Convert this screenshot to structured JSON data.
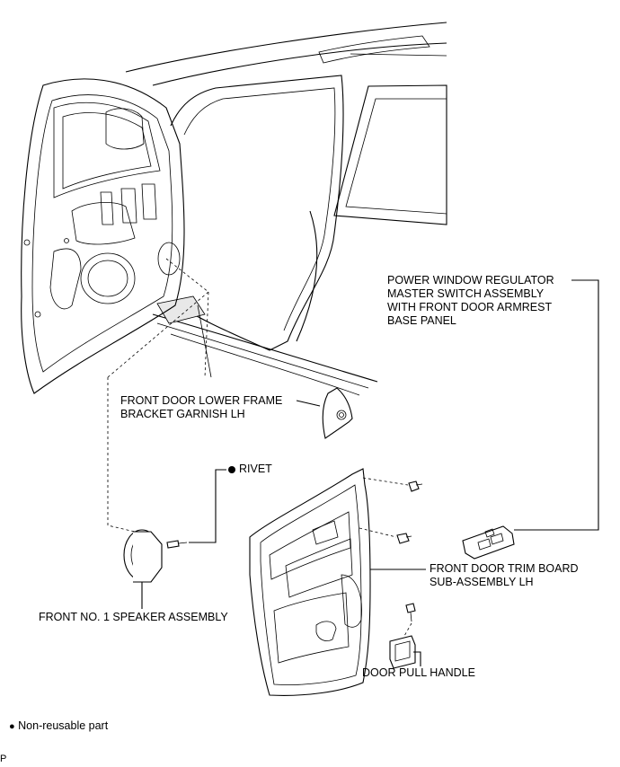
{
  "labels": {
    "power_window": [
      "POWER WINDOW REGULATOR",
      "MASTER SWITCH ASSEMBLY",
      "WITH FRONT DOOR ARMREST",
      "BASE PANEL"
    ],
    "lower_frame": [
      "FRONT DOOR LOWER FRAME",
      "BRACKET GARNISH LH"
    ],
    "rivet": "RIVET",
    "trim_board": [
      "FRONT DOOR TRIM BOARD",
      "SUB-ASSEMBLY LH"
    ],
    "speaker": "FRONT NO. 1 SPEAKER ASSEMBLY",
    "pull_handle": "DOOR PULL HANDLE"
  },
  "legend": {
    "symbol": "●",
    "text": "Non-reusable part"
  },
  "corner_mark": "P"
}
